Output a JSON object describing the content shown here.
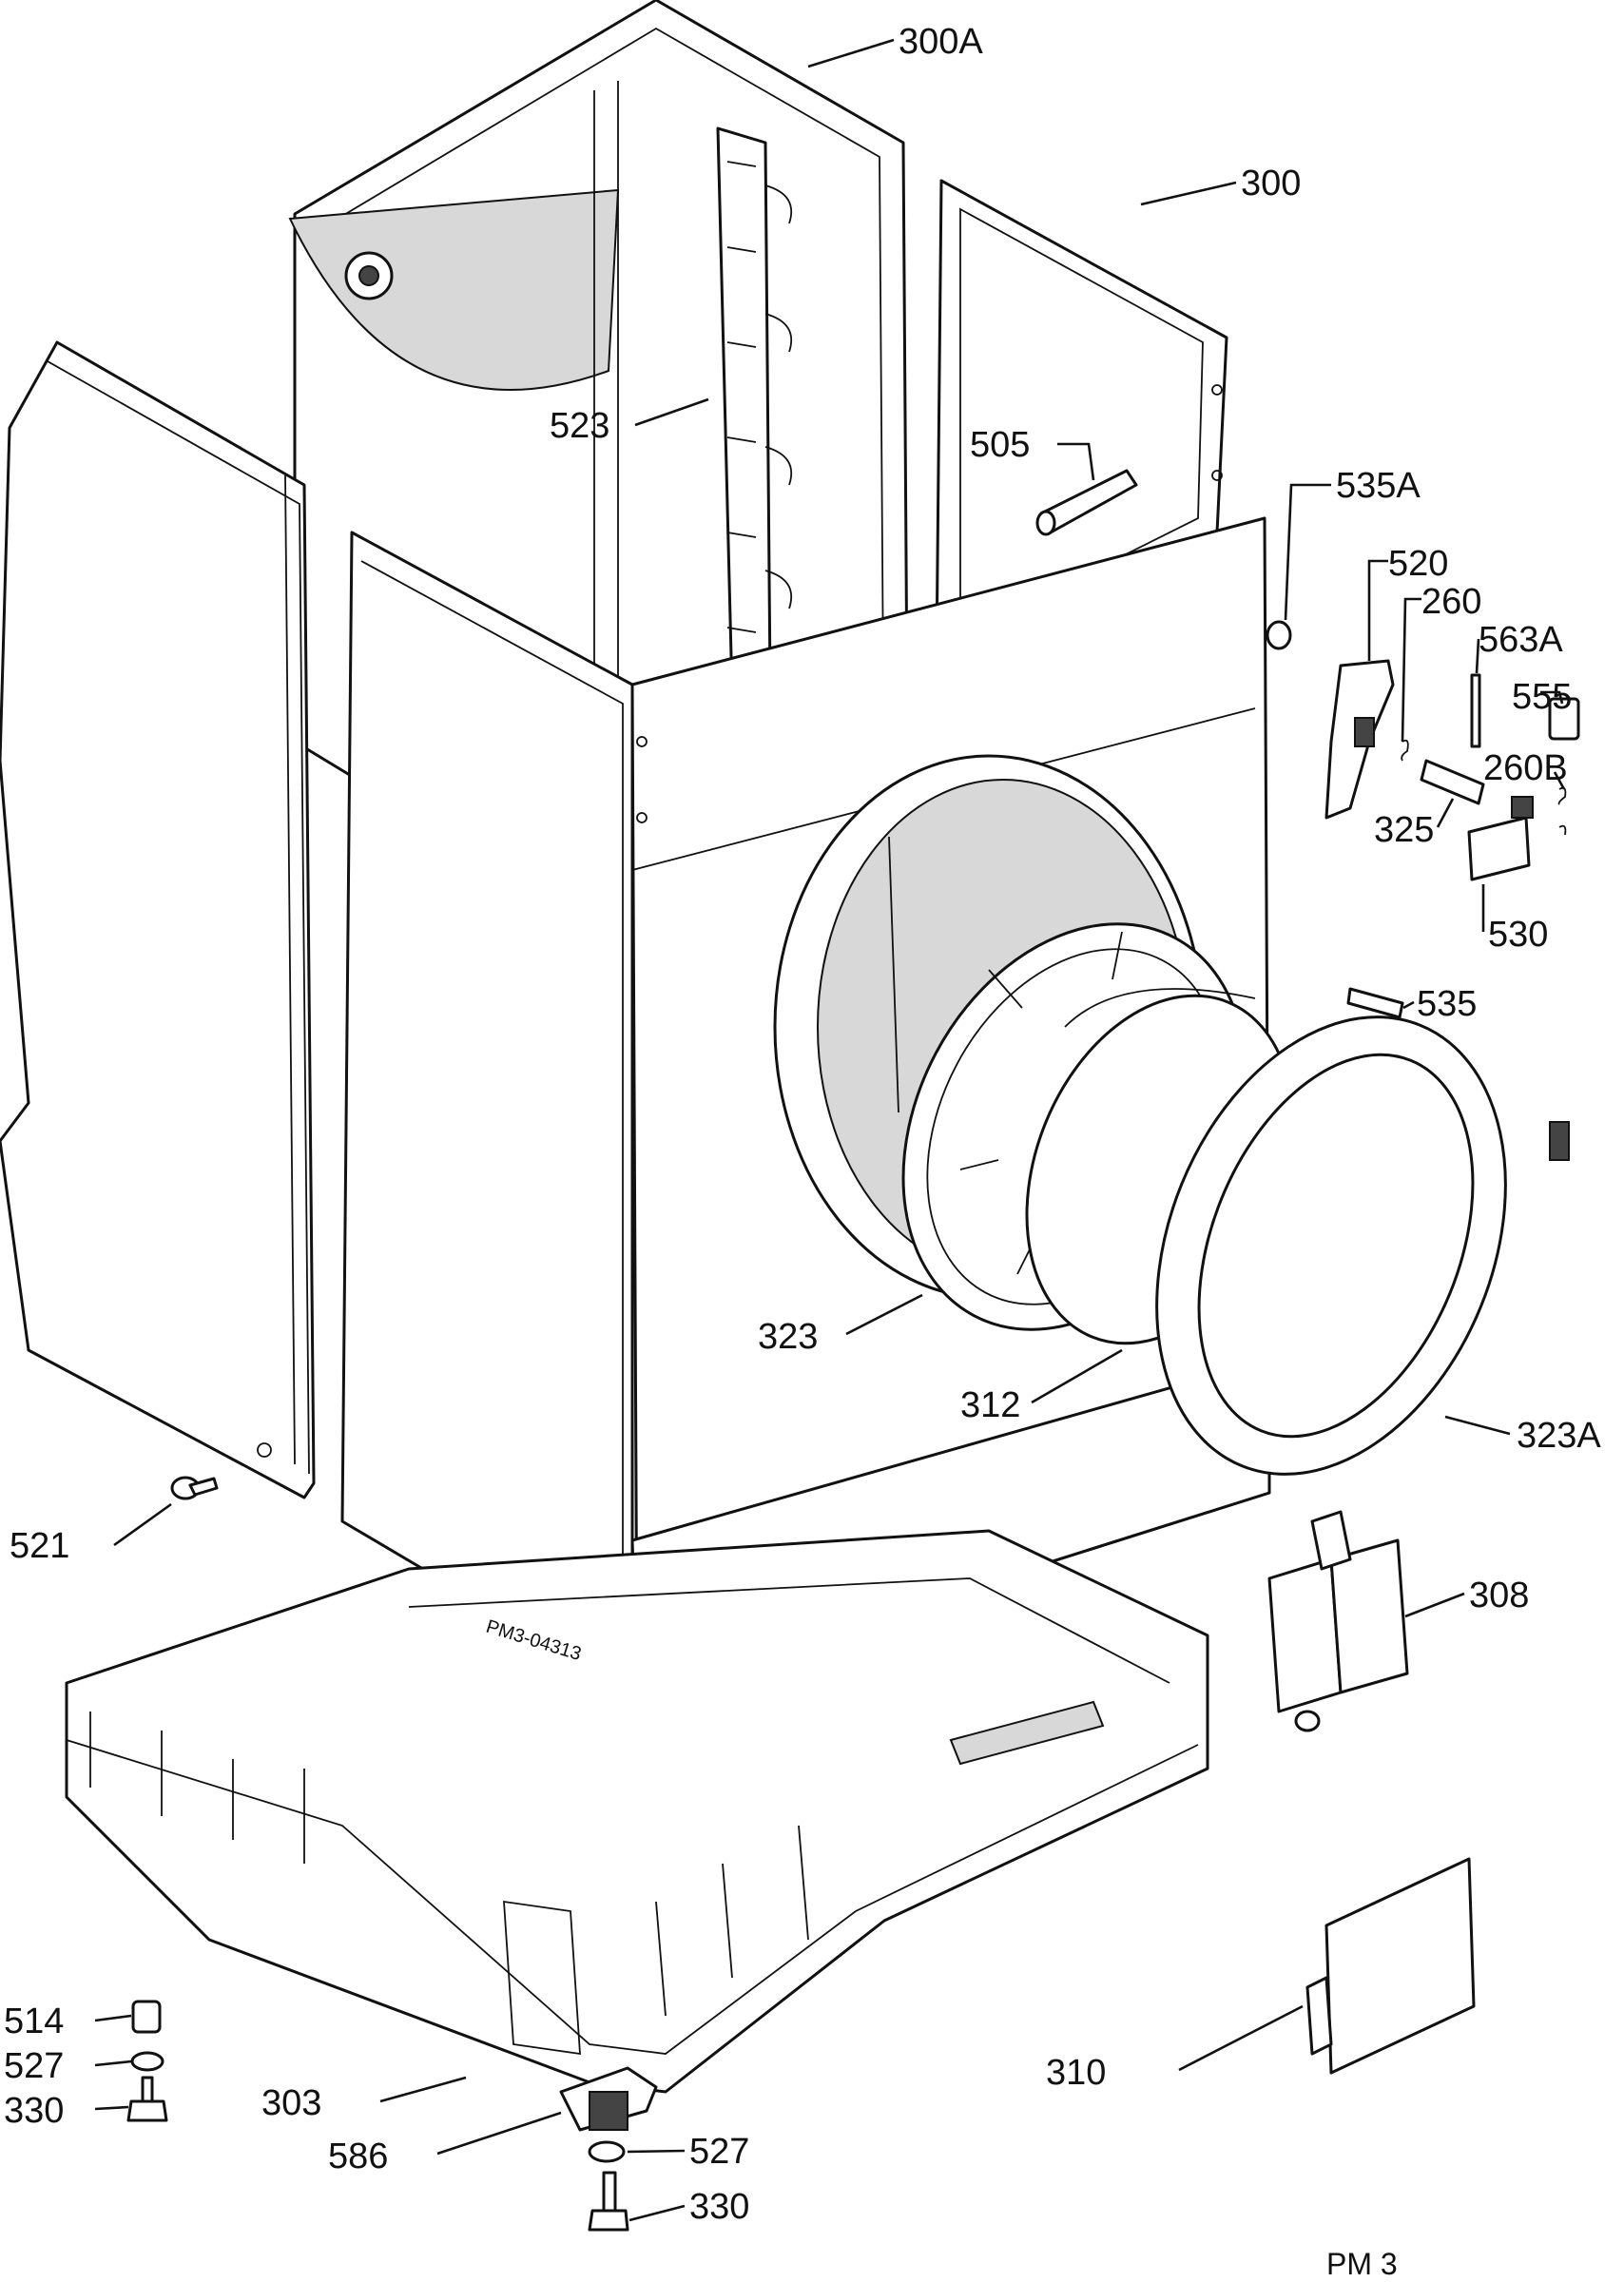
{
  "diagram": {
    "drawing_code": "PM3-04313",
    "footer": "PM 3",
    "callouts": [
      {
        "id": "300A",
        "text": "300A"
      },
      {
        "id": "300",
        "text": "300"
      },
      {
        "id": "523",
        "text": "523"
      },
      {
        "id": "505",
        "text": "505"
      },
      {
        "id": "535A",
        "text": "535A"
      },
      {
        "id": "520",
        "text": "520"
      },
      {
        "id": "260",
        "text": "260"
      },
      {
        "id": "563A",
        "text": "563A"
      },
      {
        "id": "555",
        "text": "555"
      },
      {
        "id": "260B",
        "text": "260B"
      },
      {
        "id": "325",
        "text": "325"
      },
      {
        "id": "530",
        "text": "530"
      },
      {
        "id": "535",
        "text": "535"
      },
      {
        "id": "323",
        "text": "323"
      },
      {
        "id": "312",
        "text": "312"
      },
      {
        "id": "323A",
        "text": "323A"
      },
      {
        "id": "521",
        "text": "521"
      },
      {
        "id": "308",
        "text": "308"
      },
      {
        "id": "514",
        "text": "514"
      },
      {
        "id": "527a",
        "text": "527"
      },
      {
        "id": "330a",
        "text": "330"
      },
      {
        "id": "303",
        "text": "303"
      },
      {
        "id": "586",
        "text": "586"
      },
      {
        "id": "310",
        "text": "310"
      },
      {
        "id": "527b",
        "text": "527"
      },
      {
        "id": "330b",
        "text": "330"
      }
    ]
  }
}
